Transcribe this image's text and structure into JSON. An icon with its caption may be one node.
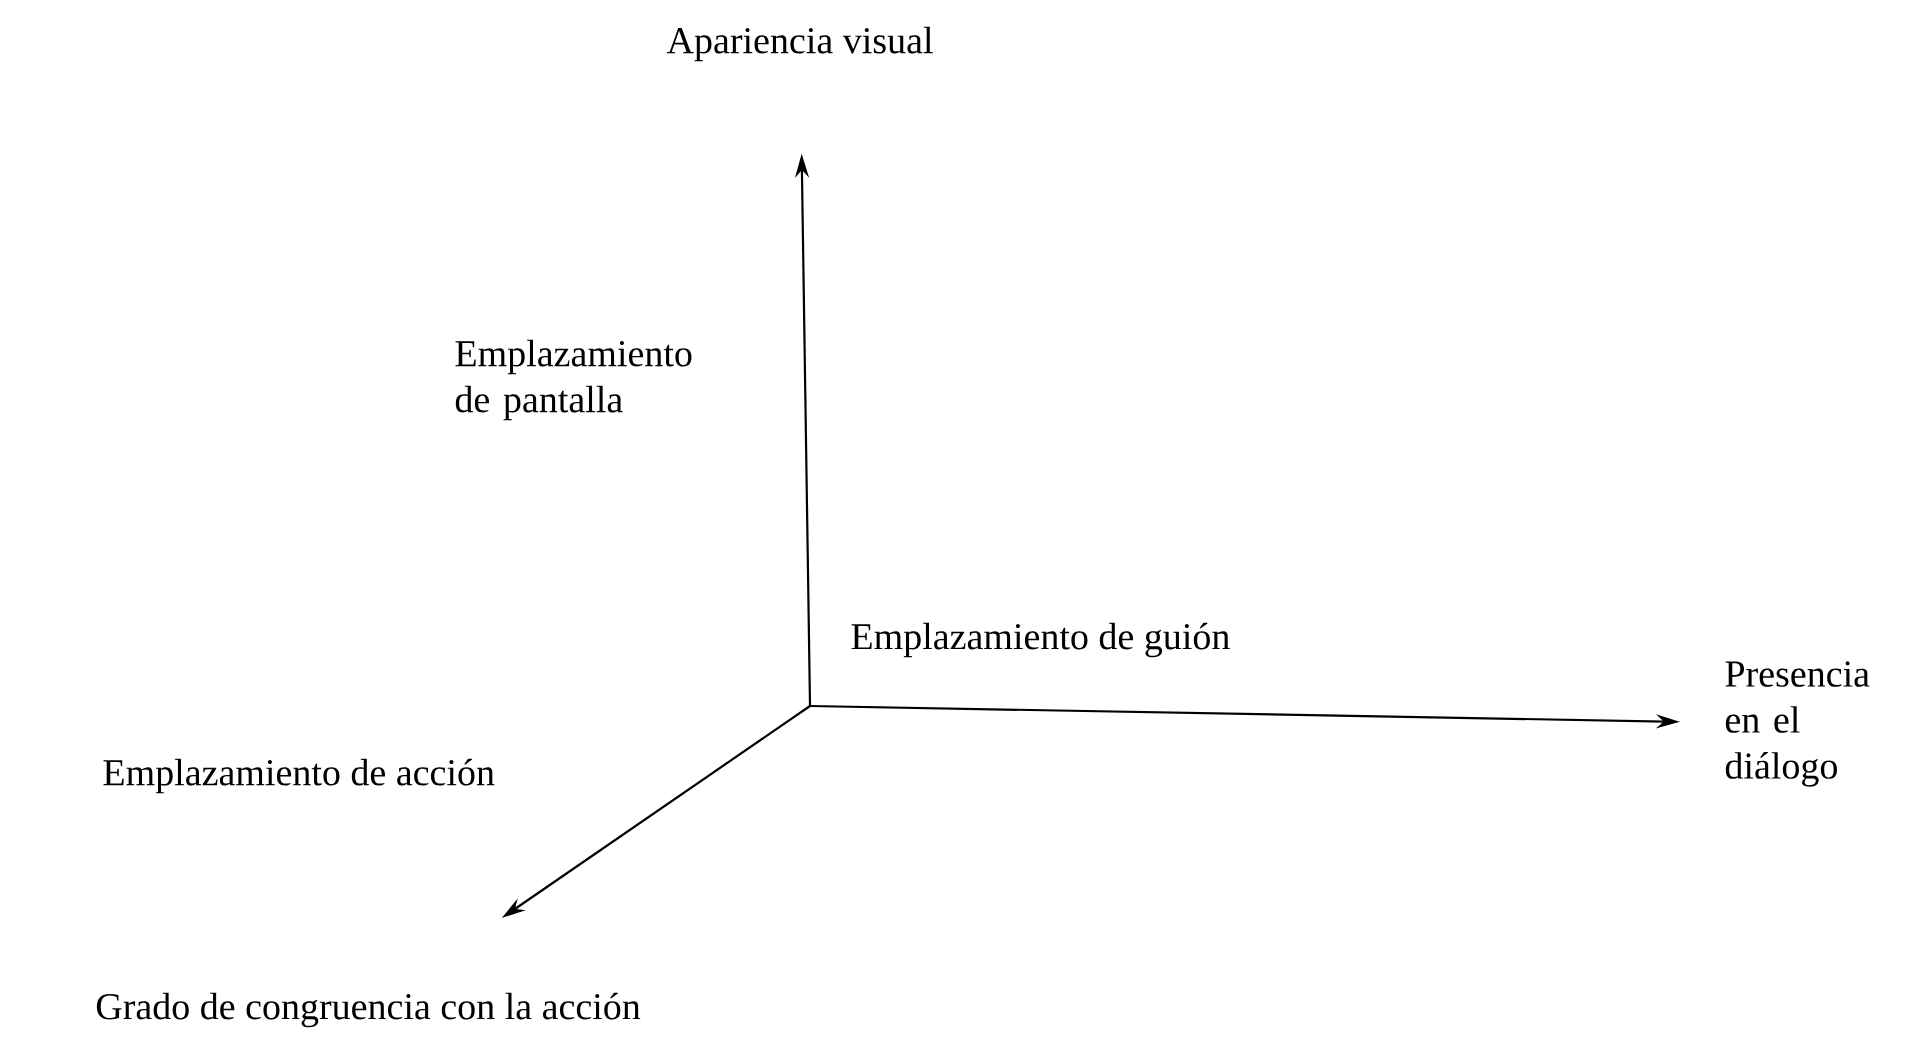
{
  "diagram": {
    "nodes": [
      {
        "text": [
          "Apariencia visual"
        ]
      },
      {
        "text": [
          "Presencia en el diálogo"
        ]
      },
      {
        "text": [
          "Grado de congruencia con la acción"
        ]
      }
    ],
    "edges": [
      {
        "from": null,
        "to": 0,
        "arrow": "to"
      },
      {
        "from": null,
        "to": 1,
        "arrow": "to"
      },
      {
        "from": null,
        "to": 2,
        "arrow": "to"
      }
    ],
    "labels": [
      "Emplazamiento de pantalla",
      "Emplazamiento de guión",
      "Emplazamiento de acción"
    ]
  }
}
